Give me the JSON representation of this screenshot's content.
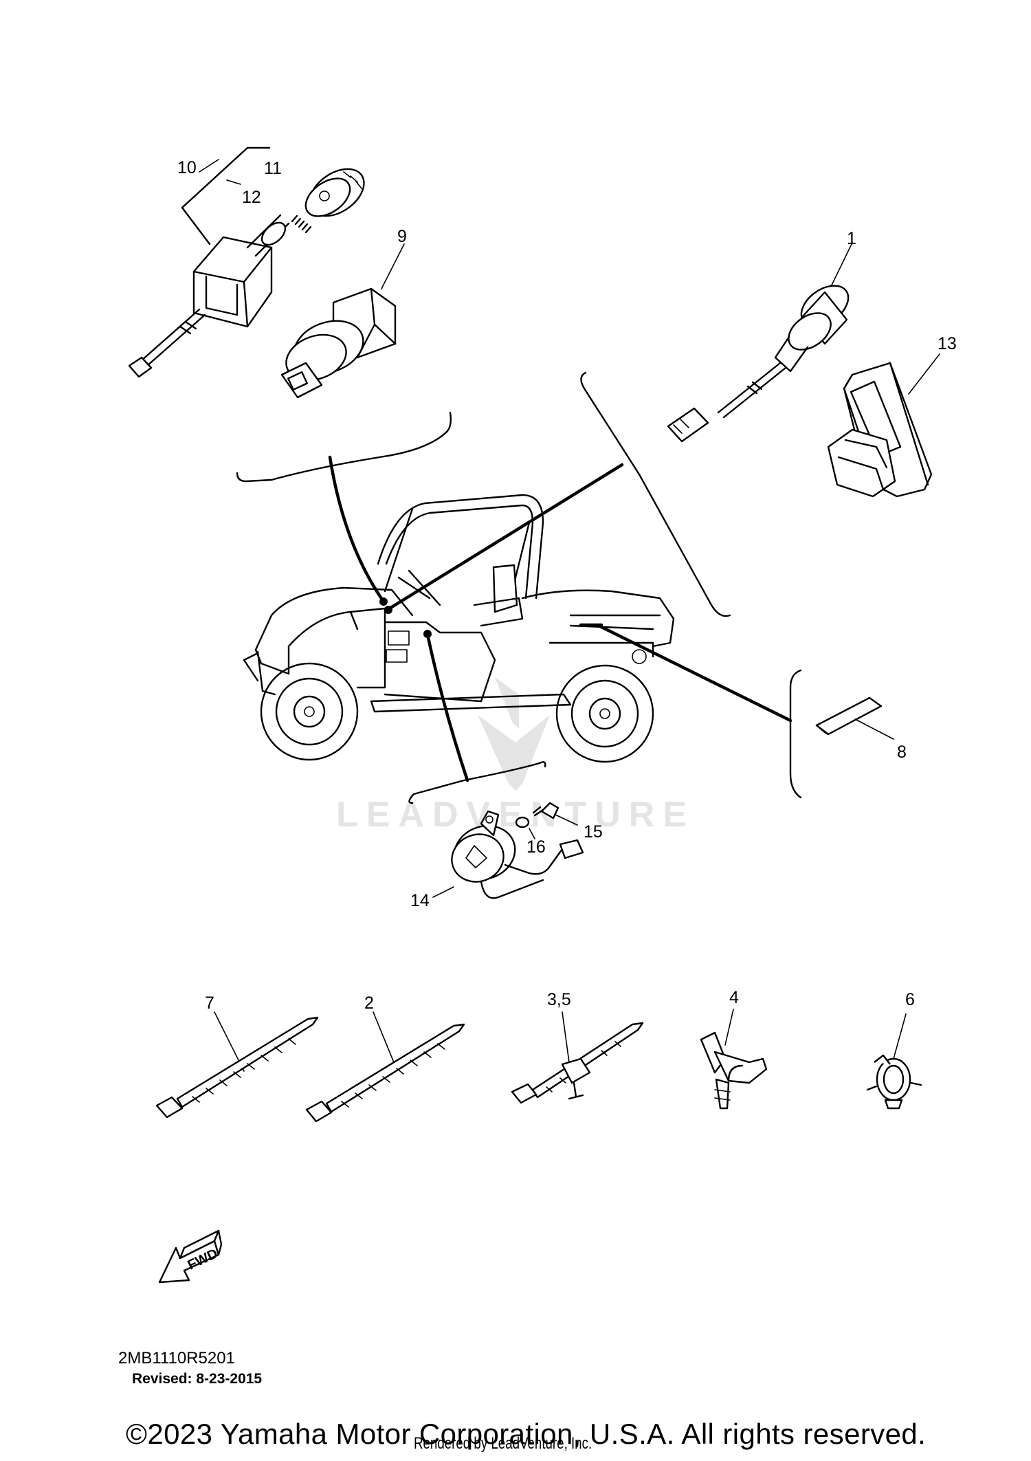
{
  "callouts": {
    "p1": "1",
    "p2": "2",
    "p3_5": "3,5",
    "p4": "4",
    "p6": "6",
    "p7": "7",
    "p8": "8",
    "p9": "9",
    "p10": "10",
    "p11": "11",
    "p12": "12",
    "p13": "13",
    "p14": "14",
    "p15": "15",
    "p16": "16"
  },
  "fwd_label": "FWD",
  "watermark_text": "LEADVENTURE",
  "diagram_code": "2MB1110R5201",
  "revised": "Revised: 8-23-2015",
  "copyright": "©2023 Yamaha Motor Corporation, U.S.A. All rights reserved.",
  "rendered_by": "Rendered by LeadVenture, Inc."
}
